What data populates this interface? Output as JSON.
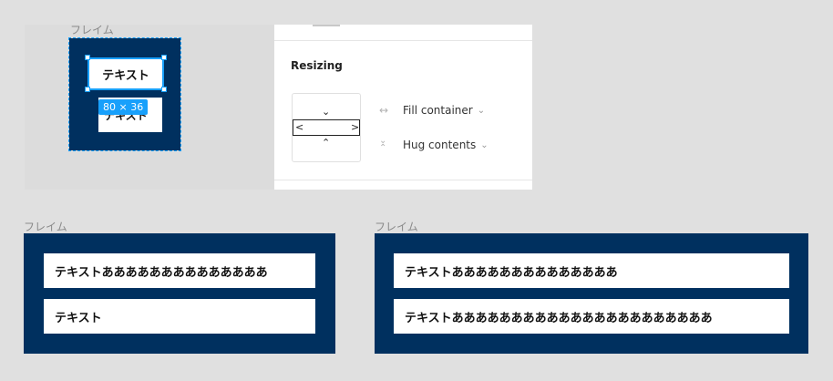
{
  "top_example": {
    "frame_label": "フレイム",
    "selected_text": "テキスト",
    "under_text": "テキスト",
    "size_badge": "80 × 36"
  },
  "panel": {
    "section_title": "Resizing",
    "horizontal": {
      "icon": "horizontal-resize-icon",
      "label": "Fill container"
    },
    "vertical": {
      "icon": "vertical-resize-icon",
      "label": "Hug contents"
    }
  },
  "frame_left": {
    "label": "フレイム",
    "items": [
      "テキストああああああああああああああ",
      "テキスト"
    ]
  },
  "frame_right": {
    "label": "フレイム",
    "items": [
      "テキストああああああああああああああ",
      "テキストああああああああああああああああああああああ"
    ]
  },
  "colors": {
    "frame_fill": "#00305f",
    "selection": "#18a0fb",
    "canvas": "#e0e0e0"
  }
}
